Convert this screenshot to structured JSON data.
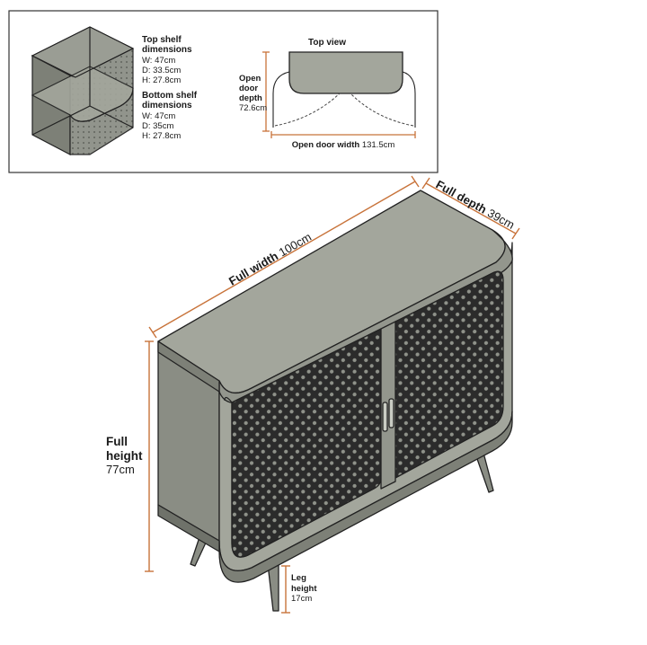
{
  "inset": {
    "top_shelf": {
      "title": "Top shelf dimensions",
      "title_line1": "Top shelf",
      "title_line2": "dimensions",
      "w": "W: 47cm",
      "d": "D: 33.5cm",
      "h": "H: 27.8cm"
    },
    "bottom_shelf": {
      "title": "Bottom shelf dimensions",
      "title_line1": "Bottom shelf",
      "title_line2": "dimensions",
      "w": "W: 47cm",
      "d": "D: 35cm",
      "h": "H: 27.8cm"
    },
    "top_view": {
      "title": "Top view",
      "depth_line1": "Open",
      "depth_line2": "door",
      "depth_line3": "depth",
      "depth_value": "72.6cm",
      "width_label": "Open door width",
      "width_value": "131.5cm"
    }
  },
  "main": {
    "full_width_label": "Full width",
    "full_width_value": "100cm",
    "full_depth_label": "Full depth",
    "full_depth_value": "39cm",
    "full_height_line1": "Full",
    "full_height_line2": "height",
    "full_height_value": "77cm",
    "leg_line1": "Leg",
    "leg_line2": "height",
    "leg_value": "17cm"
  },
  "colors": {
    "body": "#a3a69c",
    "body_dark": "#7d8077",
    "outline": "#222222",
    "dimension": "#c8733a",
    "mesh": "#2b2b2b"
  }
}
